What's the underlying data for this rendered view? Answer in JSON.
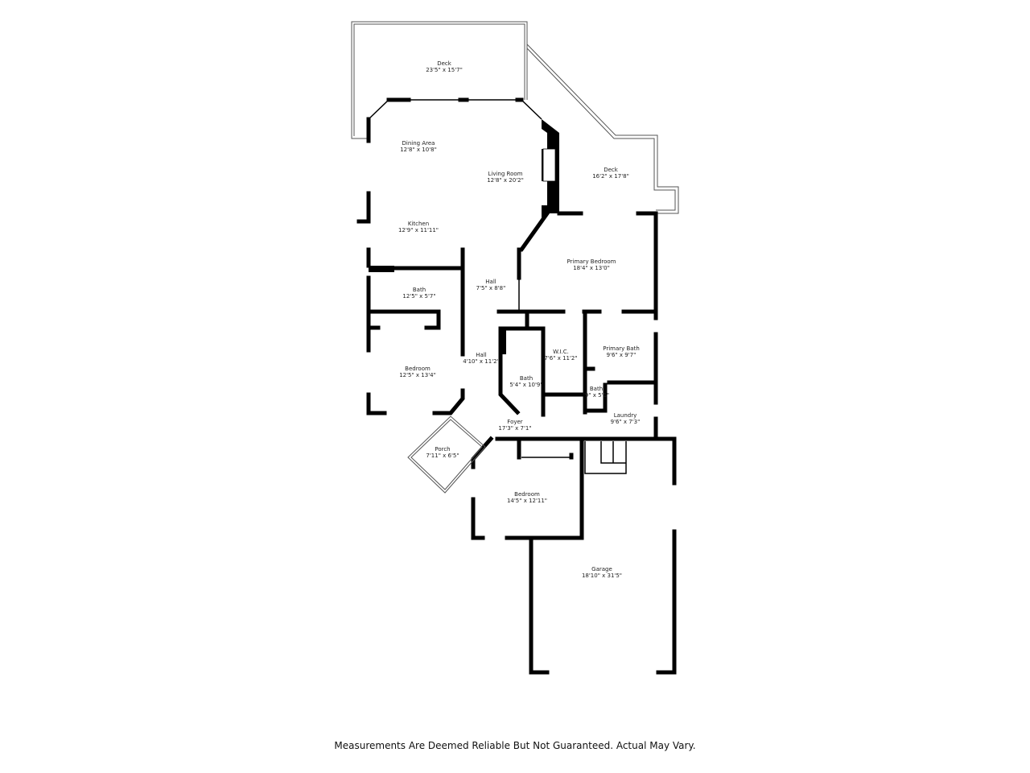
{
  "rooms": [
    {
      "name": "Deck",
      "size": "23'5\" x 15'7\""
    },
    {
      "name": "Dining Area",
      "size": "12'8\" x 10'8\""
    },
    {
      "name": "Living Room",
      "size": "12'8\" x 20'2\""
    },
    {
      "name": "Deck",
      "size": "16'2\" x 17'8\""
    },
    {
      "name": "Kitchen",
      "size": "12'9\" x 11'11\""
    },
    {
      "name": "Primary Bedroom",
      "size": "18'4\" x 13'0\""
    },
    {
      "name": "Bath",
      "size": "12'5\" x 5'7\""
    },
    {
      "name": "Hall",
      "size": "7'5\" x 8'8\""
    },
    {
      "name": "Hall",
      "size": "4'10\" x 11'2\""
    },
    {
      "name": "W.I.C.",
      "size": "7'6\" x 11'2\""
    },
    {
      "name": "Primary Bath",
      "size": "9'6\" x 9'7\""
    },
    {
      "name": "Bedroom",
      "size": "12'5\" x 13'4\""
    },
    {
      "name": "Bath",
      "size": "5'4\" x 10'9\""
    },
    {
      "name": "Bath",
      "size": "'9\" x 5'1\""
    },
    {
      "name": "Laundry",
      "size": "9'6\" x 7'3\""
    },
    {
      "name": "Foyer",
      "size": "17'3\" x 7'1\""
    },
    {
      "name": "Porch",
      "size": "7'11\" x 6'5\""
    },
    {
      "name": "Bedroom",
      "size": "14'5\" x 12'11\""
    },
    {
      "name": "Garage",
      "size": "18'10\" x 31'5\""
    }
  ],
  "footer": "Measurements Are Deemed Reliable But Not Guaranteed. Actual May Vary."
}
